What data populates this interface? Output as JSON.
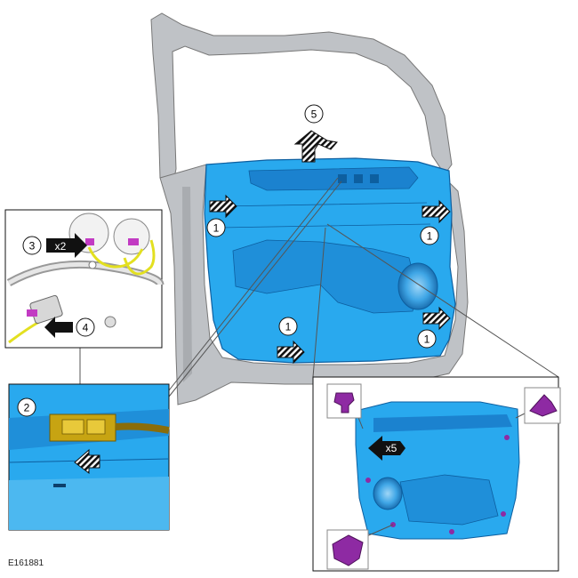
{
  "figure_id": "E161881",
  "callouts": {
    "c1a": "1",
    "c1b": "1",
    "c1c": "1",
    "c1d": "1",
    "c2": "2",
    "c3": "3",
    "c4": "4",
    "c5": "5"
  },
  "labels": {
    "x2": "x2",
    "x5": "x5"
  },
  "colors": {
    "door_panel": "#29A9EE",
    "door_panel_dark": "#1277C4",
    "door_frame": "#BFC2C6",
    "clip": "#8E2AA3",
    "connector": "#C7A412",
    "harness_yellow": "#E3E020",
    "arrow": "#111111"
  }
}
